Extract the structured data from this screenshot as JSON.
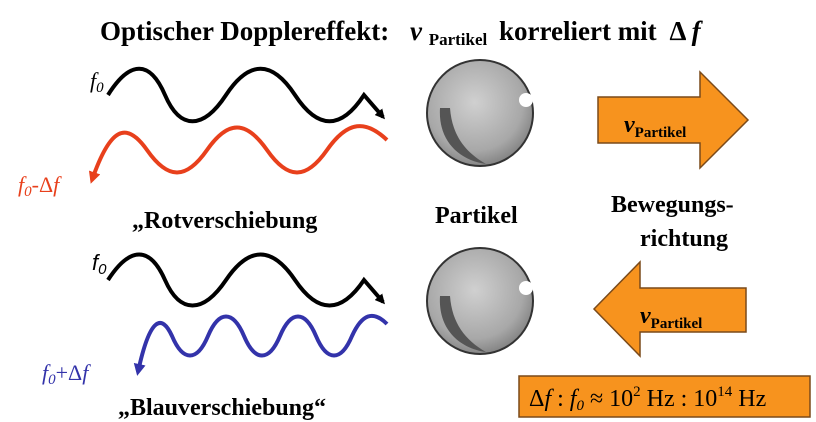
{
  "title": {
    "prefix": "Optischer Dopplereffekt:",
    "v_symbol": "v",
    "v_subscript": "Partikel",
    "middle": "korreliert mit",
    "delta": "Δ",
    "f": "f"
  },
  "top_row": {
    "incoming_label": {
      "f": "f",
      "sub": "0"
    },
    "reflected_label": {
      "f": "f",
      "sub": "0",
      "rest_minus": "-",
      "delta": "Δ",
      "f2": "f"
    },
    "shift_label": "„Rotverschiebung",
    "arrow_label": {
      "v": "v",
      "sub": "Partikel"
    }
  },
  "middle": {
    "particle_label": "Partikel",
    "direction_label_line1": "Bewegungs-",
    "direction_label_line2": "richtung"
  },
  "bottom_row": {
    "incoming_label": {
      "f": "f",
      "sub": "0"
    },
    "reflected_label": {
      "f": "f",
      "sub": "0",
      "rest_plus": "+",
      "delta": "Δ",
      "f2": "f"
    },
    "shift_label": "„Blauverschiebung“",
    "arrow_label": {
      "v": "v",
      "sub": "Partikel"
    }
  },
  "ratio_box": {
    "delta": "Δ",
    "f": "f",
    "colon1": " : ",
    "f0": "f",
    "f0_sub": "0",
    "approx": " ≈ 10",
    "exp1": "2",
    "mid": " Hz : 10",
    "exp2": "14",
    "end": " Hz"
  },
  "colors": {
    "incoming_wave": "#000000",
    "red_wave": "#e8401c",
    "blue_wave": "#3333aa",
    "arrow_fill": "#f7931e",
    "arrow_stroke": "#7a4a1a",
    "sphere_base": "#a6a6a6"
  }
}
